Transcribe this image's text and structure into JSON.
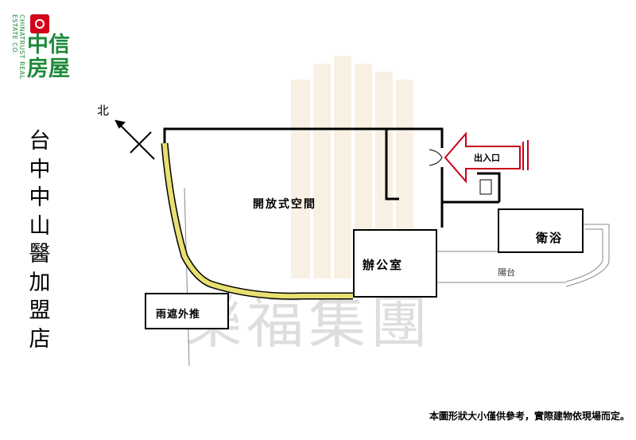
{
  "logo": {
    "name": "中信房屋",
    "english": "CHINATRUST REAL ESTATE CO.",
    "brand_red": "#d1001c",
    "brand_green": "#1f8a3a"
  },
  "store_name": "台中中山醫加盟店",
  "floor_plan": {
    "north_label": "北",
    "rooms": {
      "open_space": "開放式空間",
      "office": "辦公室",
      "bathroom": "衛浴",
      "balcony": "陽台"
    },
    "entrance_label": "出入口",
    "awning_label": "雨遮外推",
    "awning_color": "#e8e070"
  },
  "watermark": "樂福集團",
  "footer_note": "本圖形狀大小僅供參考，實際建物依現場而定。"
}
